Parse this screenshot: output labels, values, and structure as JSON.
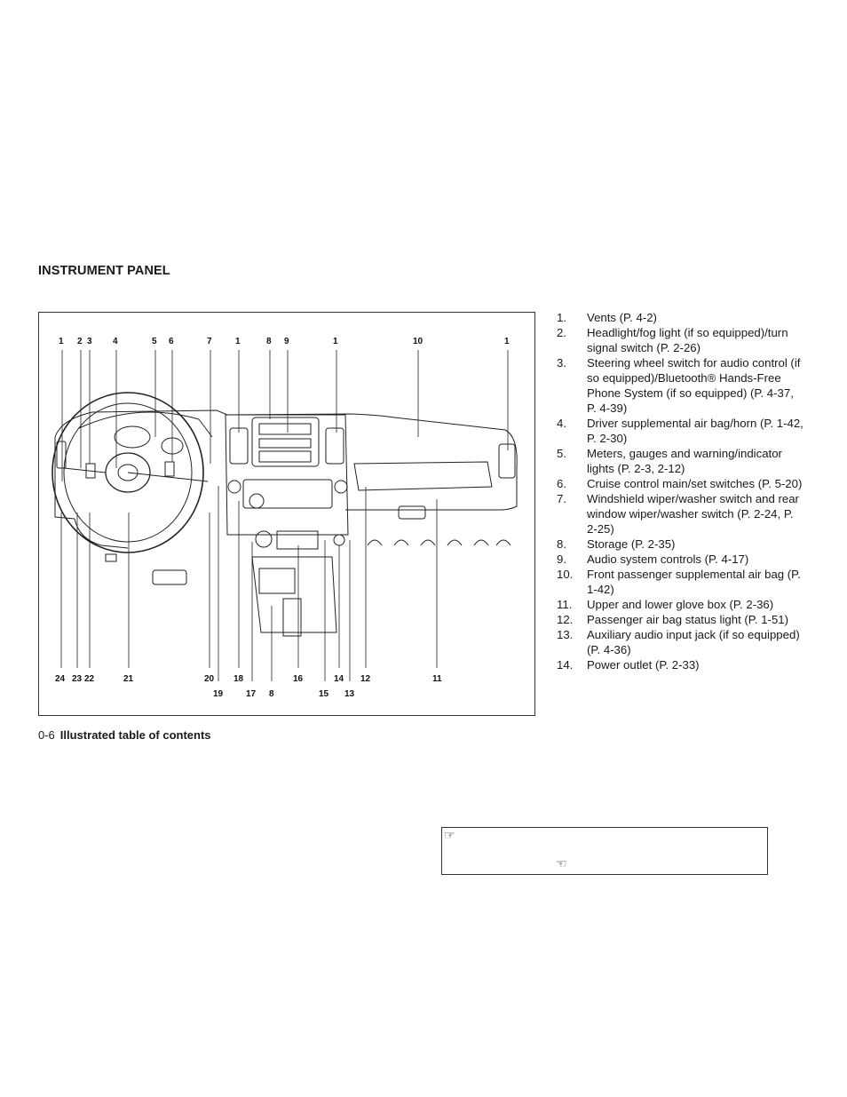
{
  "section_title": "INSTRUMENT PANEL",
  "figure": {
    "callouts_top": [
      "1",
      "2",
      "3",
      "4",
      "5",
      "6",
      "7",
      "1",
      "8",
      "9",
      "1",
      "10",
      "1"
    ],
    "callouts_bottom": [
      "24",
      "23",
      "22",
      "21",
      "20",
      "19",
      "18",
      "17",
      "8",
      "16",
      "15",
      "14",
      "13",
      "12",
      "11"
    ]
  },
  "legend": [
    {
      "num": "1.",
      "text": "Vents (P. 4-2)"
    },
    {
      "num": "2.",
      "text": "Headlight/fog light (if so equipped)/turn signal switch (P. 2-26)"
    },
    {
      "num": "3.",
      "text": "Steering wheel switch for audio control (if so equipped)/Bluetooth® Hands-Free Phone System (if so equipped) (P. 4-37, P. 4-39)"
    },
    {
      "num": "4.",
      "text": "Driver supplemental air bag/horn (P. 1-42, P. 2-30)"
    },
    {
      "num": "5.",
      "text": "Meters, gauges and warning/indicator lights (P. 2-3, 2-12)"
    },
    {
      "num": "6.",
      "text": "Cruise control main/set switches (P. 5-20)"
    },
    {
      "num": "7.",
      "text": "Windshield wiper/washer switch and rear window wiper/washer switch (P. 2-24, P. 2-25)"
    },
    {
      "num": "8.",
      "text": "Storage (P. 2-35)"
    },
    {
      "num": "9.",
      "text": "Audio system controls (P. 4-17)"
    },
    {
      "num": "10.",
      "text": "Front passenger supplemental air bag (P. 1-42)"
    },
    {
      "num": "11.",
      "text": "Upper and lower glove box (P. 2-36)"
    },
    {
      "num": "12.",
      "text": "Passenger air bag status light (P. 1-51)"
    },
    {
      "num": "13.",
      "text": "Auxiliary audio input jack (if so equipped) (P. 4-36)"
    },
    {
      "num": "14.",
      "text": "Power outlet (P. 2-33)"
    }
  ],
  "footer": {
    "page_number": "0-6",
    "title": "Illustrated table of contents"
  },
  "note_box": {
    "icons": [
      "pointing-hand-icon",
      "pointing-hand-icon"
    ]
  }
}
